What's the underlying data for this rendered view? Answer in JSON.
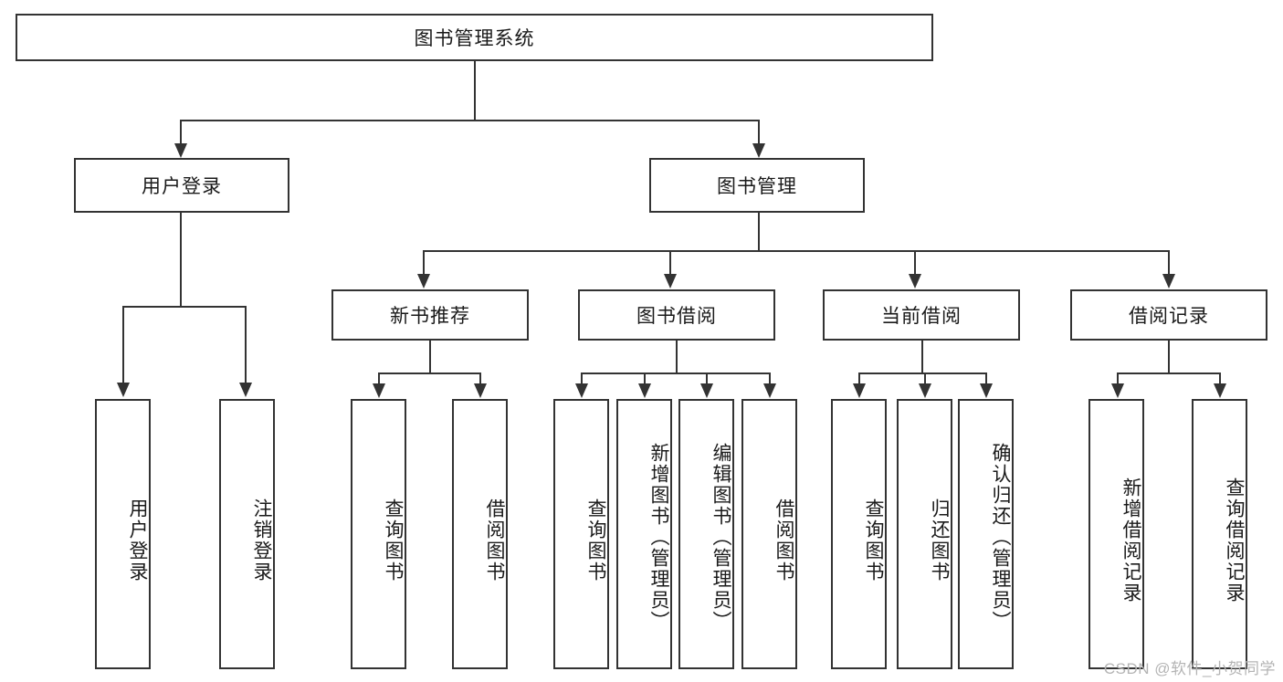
{
  "diagram": {
    "title": "图书管理系统",
    "type": "tree-hierarchy",
    "watermark": "CSDN @软件_小贺同学",
    "colors": {
      "stroke": "#333333",
      "fill": "#ffffff",
      "text": "#1a1a1a",
      "watermark": "#b4b4b4"
    }
  },
  "nodes": {
    "root": {
      "label": "图书管理系统"
    },
    "level2": [
      {
        "label": "用户登录"
      },
      {
        "label": "图书管理"
      }
    ],
    "level3": [
      {
        "label": "新书推荐"
      },
      {
        "label": "图书借阅"
      },
      {
        "label": "当前借阅"
      },
      {
        "label": "借阅记录"
      }
    ],
    "leaves": [
      {
        "label": "用户登录"
      },
      {
        "label": "注销登录"
      },
      {
        "label": "查询图书"
      },
      {
        "label": "借阅图书"
      },
      {
        "label": "查询图书"
      },
      {
        "label": "新增图书（管理员）"
      },
      {
        "label": "编辑图书（管理员）"
      },
      {
        "label": "借阅图书"
      },
      {
        "label": "查询图书"
      },
      {
        "label": "归还图书"
      },
      {
        "label": "确认归还（管理员）"
      },
      {
        "label": "新增借阅记录"
      },
      {
        "label": "查询借阅记录"
      }
    ]
  }
}
